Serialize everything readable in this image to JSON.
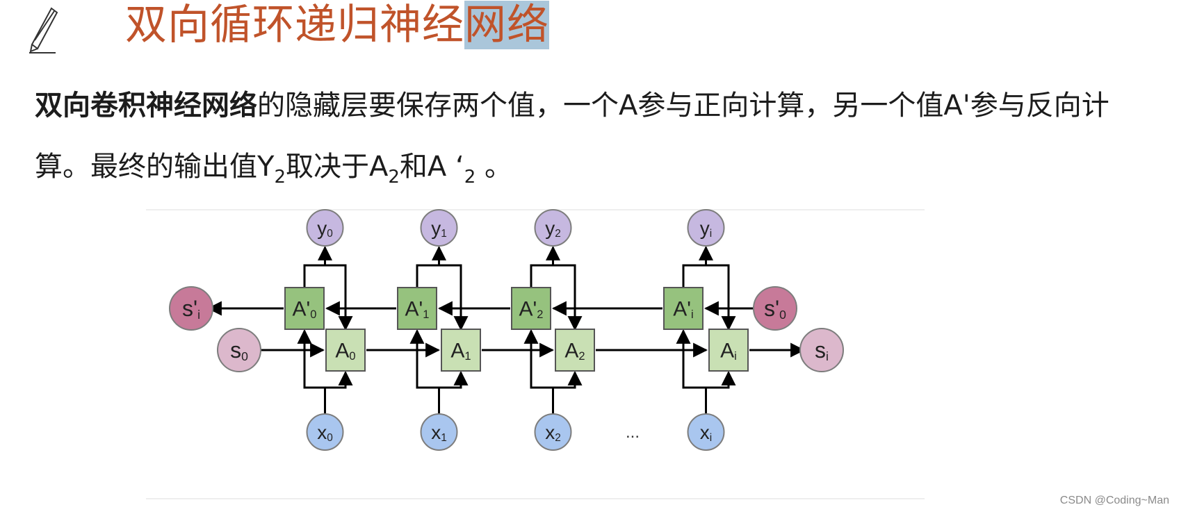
{
  "title": {
    "main": "双向循环递归神经",
    "highlight": "网络"
  },
  "paragraph": {
    "bold": "双向卷积神经网络",
    "text1": "的隐藏层要保存两个值，一个A参与正向计算，另一个值A'参与反向计算。最终的输出值Y",
    "sub1": "2",
    "text2": "取决于A",
    "sub2": "2",
    "text3": "和A ‘",
    "sub3": "2",
    "text4": " 。"
  },
  "diagram": {
    "outputs": [
      "y",
      "y",
      "y",
      "y"
    ],
    "output_subs": [
      "0",
      "1",
      "2",
      "i"
    ],
    "inputs": [
      "x",
      "x",
      "x",
      "x"
    ],
    "input_subs": [
      "0",
      "1",
      "2",
      "i"
    ],
    "forward_cells": [
      "A",
      "A",
      "A",
      "A"
    ],
    "forward_subs": [
      "0",
      "1",
      "2",
      "i"
    ],
    "backward_cells": [
      "A'",
      "A'",
      "A'",
      "A'"
    ],
    "backward_subs": [
      "0",
      "1",
      "2",
      "i"
    ],
    "s0": {
      "base": "s",
      "sub": "0"
    },
    "si": {
      "base": "s",
      "sub": "i"
    },
    "s_prime_0": {
      "base": "s'",
      "sub": "0"
    },
    "s_prime_i": {
      "base": "s'",
      "sub": "i"
    },
    "ellipsis": "...",
    "colors": {
      "output_node": "#c6b8e0",
      "input_node": "#a9c6ef",
      "state_node": "#dcb8cc",
      "state_prime_node": "#c77a99",
      "forward_cell": "#c9e0b4",
      "backward_cell": "#96c27e"
    }
  },
  "watermark": "CSDN @Coding~Man"
}
